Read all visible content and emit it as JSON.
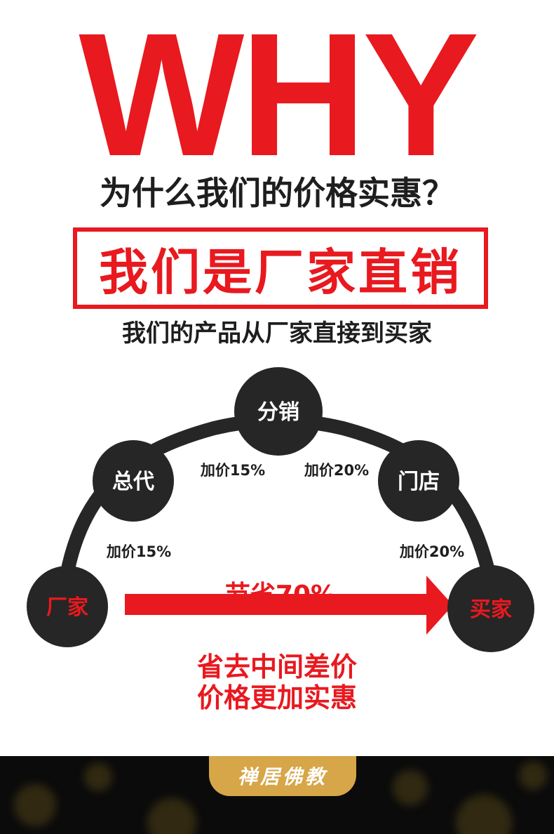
{
  "headline": "WHY",
  "subtitle": "为什么我们的价格实惠？",
  "banner": "我们是厂家直销",
  "description": "我们的产品从厂家直接到买家",
  "diagram": {
    "nodes": {
      "factory": "厂家",
      "general_agent": "总代",
      "distributor": "分销",
      "store": "门店",
      "buyer": "买家"
    },
    "markups": {
      "factory_to_general": "加价15%",
      "general_to_distributor": "加价15%",
      "distributor_to_store": "加价20%",
      "store_to_buyer": "加价20%"
    },
    "saving": "节省70%"
  },
  "slogan": {
    "line1": "省去中间差价",
    "line2": "价格更加实惠"
  },
  "footer": {
    "brand": "禅居佛教"
  },
  "colors": {
    "accent_red": "#e8191f",
    "node_dark": "#262626",
    "text_dark": "#1e1e1e",
    "brand_gold": "#d6a648",
    "footer_bg": "#0b0b0b"
  }
}
